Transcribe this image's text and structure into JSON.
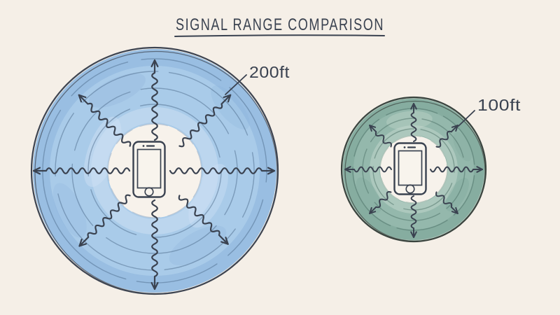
{
  "title": {
    "text": "SIGNAL RANGE COMPARISON"
  },
  "diagram": {
    "background_color": "#f5efe7",
    "ink_color": "#3a4250",
    "circles": [
      {
        "name": "signal-range-200ft",
        "range_label": "200ft",
        "device": "smartphone",
        "fill_color": "#a9cbe9",
        "fill_dark_color": "#8db4dc",
        "fill_light_color": "#d0e2f4",
        "ring_color": "#4e6b8c",
        "outline_color": "#3d4451",
        "inner_edge_color": "#b9c7d6"
      },
      {
        "name": "signal-range-100ft",
        "range_label": "100ft",
        "device": "smartphone",
        "fill_color": "#94b8ac",
        "fill_dark_color": "#7aa497",
        "fill_light_color": "#c4d7ce",
        "ring_color": "#4c7065",
        "outline_color": "#3a443f",
        "inner_edge_color": "#b6c7bd"
      }
    ]
  }
}
